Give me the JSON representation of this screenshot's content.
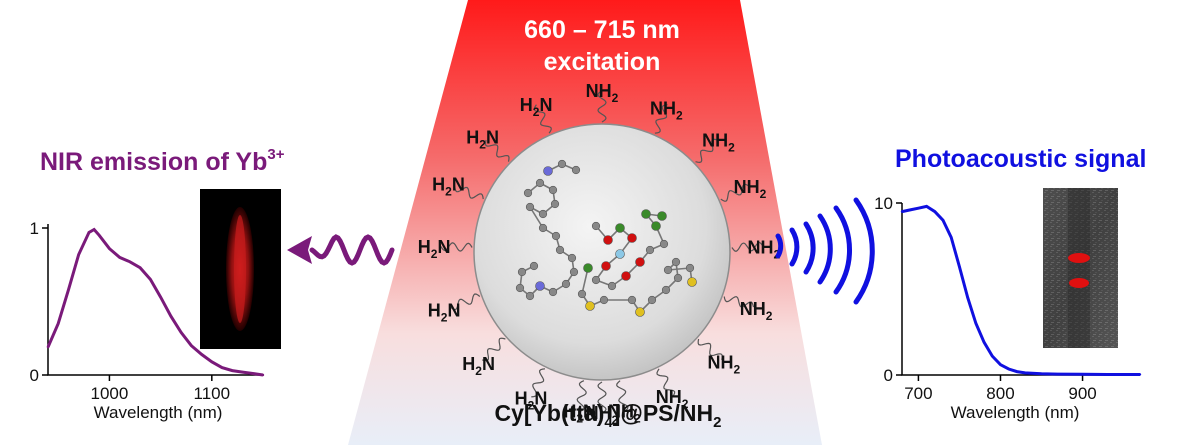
{
  "excitation": {
    "line1": "660 – 715 nm",
    "line2": "excitation"
  },
  "left_panel": {
    "title_main": "NIR emission of Yb",
    "title_sup": "3+",
    "color": "#7a1a7a"
  },
  "right_panel": {
    "title": "Photoacoustic signal",
    "color": "#1010e0"
  },
  "nanoparticle": {
    "label_main": "Cy[Yb(tta)",
    "label_sub": "4",
    "label_tail": "]@PS/NH",
    "label_sub2": "2",
    "groups": [
      {
        "main": "NH",
        "sub": "2"
      },
      {
        "main": "H",
        "sub": "2",
        "tail": "N"
      },
      {
        "main": "NH",
        "sub": "2"
      },
      {
        "main": "NH",
        "sub": "2"
      },
      {
        "main": "H",
        "sub": "2",
        "tail": "N"
      },
      {
        "main": "NH",
        "sub": "2"
      },
      {
        "main": "H",
        "sub": "2",
        "tail": "N"
      },
      {
        "main": "NH",
        "sub": "2"
      },
      {
        "main": "H",
        "sub": "2",
        "tail": "N"
      },
      {
        "main": "NH",
        "sub": "2"
      },
      {
        "main": "H",
        "sub": "2",
        "tail": "N"
      },
      {
        "main": "NH",
        "sub": "2"
      },
      {
        "main": "H",
        "sub": "2",
        "tail": "N"
      },
      {
        "main": "NH",
        "sub": "2"
      },
      {
        "main": "H",
        "sub": "2",
        "tail": "N"
      },
      {
        "main": "NH",
        "sub": "2"
      },
      {
        "main": "H",
        "sub": "2",
        "tail": "N"
      },
      {
        "main": "NH",
        "sub": "2"
      }
    ]
  },
  "chart_data": [
    {
      "type": "line",
      "title": "",
      "xlabel": "Wavelength (nm)",
      "ylabel": "",
      "xlim": [
        940,
        1150
      ],
      "ylim": [
        0,
        1
      ],
      "x_ticks": [
        "1000",
        "1100"
      ],
      "y_ticks": [
        "0",
        "1"
      ],
      "color": "#7a1a7a",
      "series": [
        {
          "x": [
            940,
            950,
            960,
            970,
            980,
            985,
            990,
            1000,
            1010,
            1020,
            1030,
            1040,
            1050,
            1060,
            1070,
            1080,
            1090,
            1100,
            1110,
            1120,
            1130,
            1140,
            1150
          ],
          "y": [
            0.19,
            0.35,
            0.58,
            0.82,
            0.97,
            0.99,
            0.95,
            0.86,
            0.8,
            0.77,
            0.73,
            0.65,
            0.53,
            0.4,
            0.29,
            0.2,
            0.14,
            0.09,
            0.05,
            0.03,
            0.02,
            0.01,
            0.0
          ]
        }
      ]
    },
    {
      "type": "line",
      "title": "",
      "xlabel": "Wavelength (nm)",
      "ylabel": "",
      "xlim": [
        680,
        970
      ],
      "ylim": [
        0,
        10
      ],
      "x_ticks": [
        "700",
        "800",
        "900"
      ],
      "y_ticks": [
        "0",
        "10"
      ],
      "color": "#1010e0",
      "series": [
        {
          "x": [
            680,
            690,
            700,
            710,
            720,
            730,
            740,
            750,
            760,
            770,
            780,
            790,
            800,
            810,
            820,
            830,
            850,
            870,
            900,
            930,
            970
          ],
          "y": [
            9.5,
            9.6,
            9.7,
            9.8,
            9.5,
            9.0,
            8.0,
            6.3,
            4.5,
            3.0,
            1.9,
            1.1,
            0.6,
            0.35,
            0.2,
            0.12,
            0.07,
            0.05,
            0.04,
            0.03,
            0.03
          ]
        }
      ]
    }
  ]
}
